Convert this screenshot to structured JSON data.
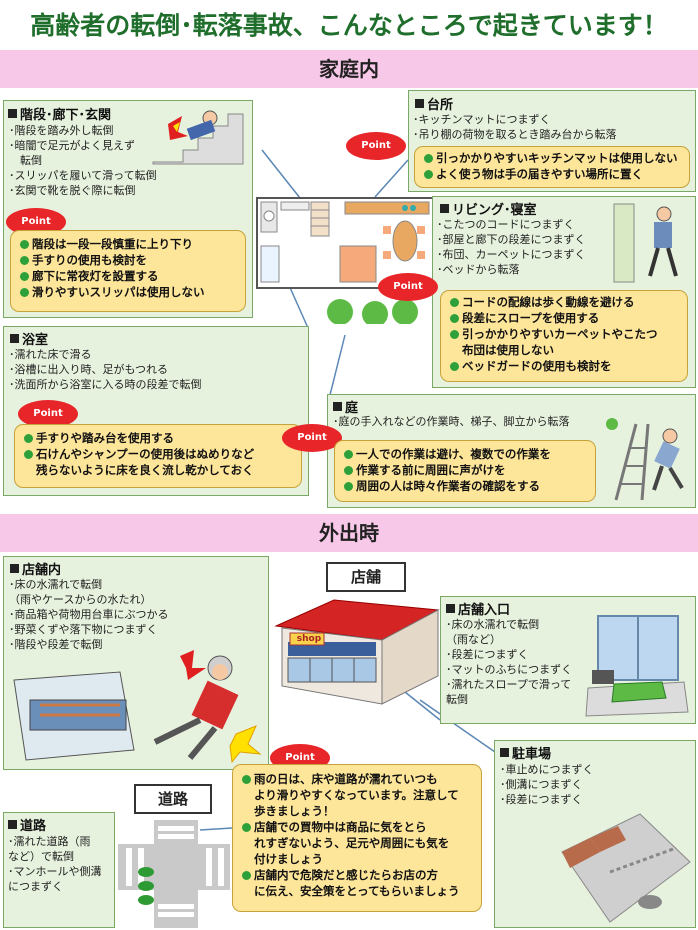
{
  "title": "高齢者の転倒･転落事故、こんなところで起きています！",
  "sections": {
    "home": "家庭内",
    "outside": "外出時"
  },
  "point_label": "Point",
  "home": {
    "stairs": {
      "title": "階段･廊下･玄関",
      "lines": [
        "･階段を踏み外し転倒",
        "･暗闇で足元がよく見えず",
        "　転倒",
        "･スリッパを履いて滑って転倒",
        "･玄関で靴を脱ぐ際に転倒"
      ],
      "points": [
        "階段は一段一段慎重に上り下り",
        "手すりの使用も検討を",
        "廊下に常夜灯を設置する",
        "滑りやすいスリッパは使用しない"
      ]
    },
    "kitchen": {
      "title": "台所",
      "lines": [
        "･キッチンマットにつまずく",
        "･吊り棚の荷物を取るとき踏み台から転落"
      ],
      "points": [
        "引っかかりやすいキッチンマットは使用しない",
        "よく使う物は手の届きやすい場所に置く"
      ]
    },
    "living": {
      "title": "リビング･寝室",
      "lines": [
        "･こたつのコードにつまずく",
        "･部屋と廊下の段差につまずく",
        "･布団、カーペットにつまずく",
        "･ベッドから転落"
      ],
      "points": [
        "コードの配線は歩く動線を避ける",
        "段差にスロープを使用する",
        "引っかかりやすいカーペットやこたつ"
      ],
      "points_cont": "布団は使用しない",
      "points_last": "ベッドガードの使用も検討を"
    },
    "bath": {
      "title": "浴室",
      "lines": [
        "･濡れた床で滑る",
        "･浴槽に出入り時、足がもつれる",
        "･洗面所から浴室に入る時の段差で転倒"
      ],
      "points": [
        "手すりや踏み台を使用する",
        "石けんやシャンプーの使用後はぬめりなど"
      ],
      "points_cont": "残らないように床を良く流し乾かしておく"
    },
    "garden": {
      "title": "庭",
      "lines": [
        "･庭の手入れなどの作業時、梯子、脚立から転落"
      ],
      "points": [
        "一人での作業は避け、複数での作業を",
        "作業する前に周囲に声がけを",
        "周囲の人は時々作業者の確認をする"
      ]
    }
  },
  "outside": {
    "store_label": "店舗",
    "road_label": "道路",
    "shop_sign": "shop",
    "store_inside": {
      "title": "店舗内",
      "lines": [
        "･床の水濡れで転倒",
        "（雨やケースからの水たれ）",
        "･商品箱や荷物用台車にぶつかる",
        "･野菜くずや落下物につまずく",
        "･階段や段差で転倒"
      ]
    },
    "store_entrance": {
      "title": "店舗入口",
      "lines": [
        "･床の水濡れで転倒",
        "（雨など）",
        "･段差につまずく",
        "･マットのふちにつまずく",
        "･濡れたスロープで滑って",
        "転倒"
      ]
    },
    "parking": {
      "title": "駐車場",
      "lines": [
        "･車止めにつまずく",
        "･側溝につまずく",
        "･段差につまずく"
      ]
    },
    "road": {
      "title": "道路",
      "lines": [
        "･濡れた道路（雨",
        "など）で転倒",
        "･マンホールや側溝",
        "につまずく"
      ]
    },
    "points": [
      [
        "雨の日は、床や道路が濡れていつも",
        "より滑りやすくなっています。注意して",
        "歩きましょう！"
      ],
      [
        "店舗での買物中は商品に気をとら",
        "れすぎないよう、足元や周囲にも気を",
        "付けましょう"
      ],
      [
        "店舗内で危険だと感じたらお店の方",
        "に伝え、安全策をとってもらいましょう"
      ]
    ]
  }
}
